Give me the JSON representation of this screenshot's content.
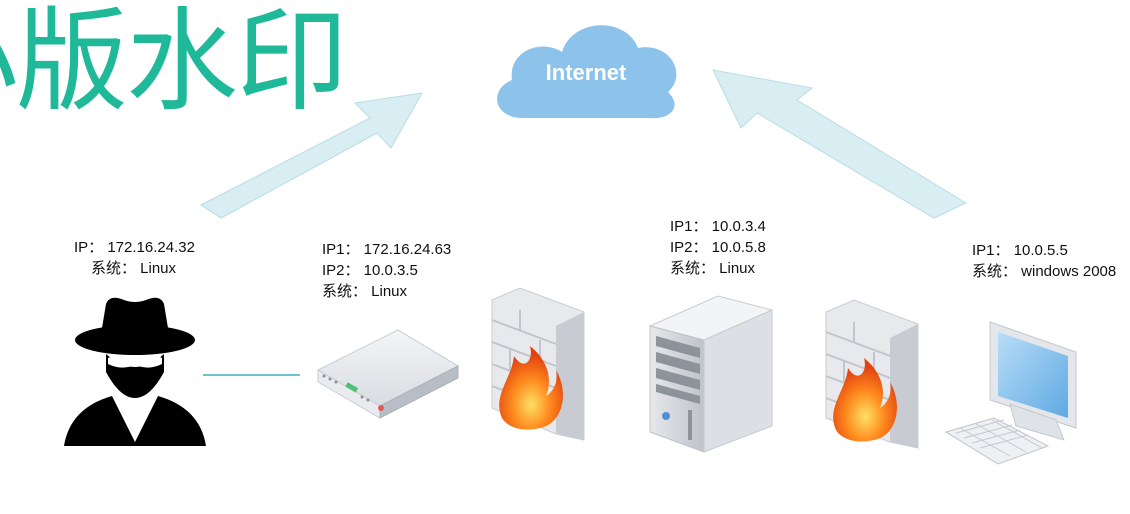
{
  "watermark": {
    "text": "版水印",
    "prefix": "小"
  },
  "cloud": {
    "label": "Internet",
    "color": "#8dc3ea"
  },
  "hacker": {
    "ip_line": "IP： 172.16.24.32",
    "os_line": "系统： Linux"
  },
  "router": {
    "ip1_line": "IP1： 172.16.24.63",
    "ip2_line": "IP2： 10.0.3.5",
    "os_line": "系统： Linux"
  },
  "server": {
    "ip1_line": "IP1： 10.0.3.4",
    "ip2_line": "IP2： 10.0.5.8",
    "os_line": "系统： Linux"
  },
  "workstation": {
    "ip1_line": "IP1： 10.0.5.5",
    "os_line": "系统： windows 2008"
  },
  "colors": {
    "arrow_fill": "#d8eef3",
    "arrow_stroke": "#b8dce6",
    "watermark": "#1fb99a",
    "link_line": "#6ec3cc"
  }
}
